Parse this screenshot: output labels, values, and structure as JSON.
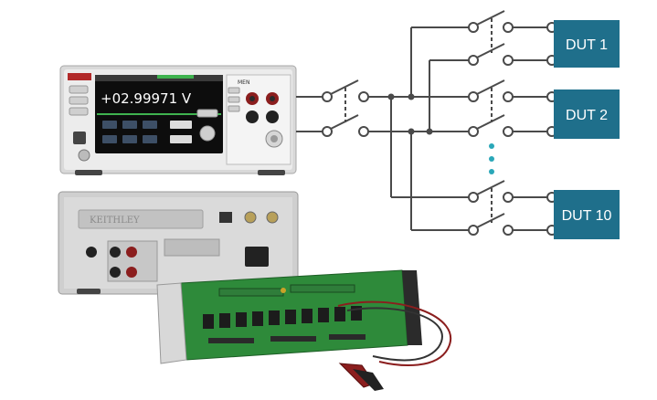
{
  "instrument": {
    "reading": "+02.99971 V",
    "menu_label": "MEN",
    "rear_label": "KEITHLEY"
  },
  "duts": [
    {
      "label": "DUT 1"
    },
    {
      "label": "DUT 2"
    },
    {
      "label": "DUT 10"
    }
  ],
  "colors": {
    "dut_box": "#1f6f8b",
    "wire": "#4a4a4a",
    "dots": "#2aa7b8",
    "pcb": "#2e8a3a",
    "relay": "#1c1c1c"
  }
}
